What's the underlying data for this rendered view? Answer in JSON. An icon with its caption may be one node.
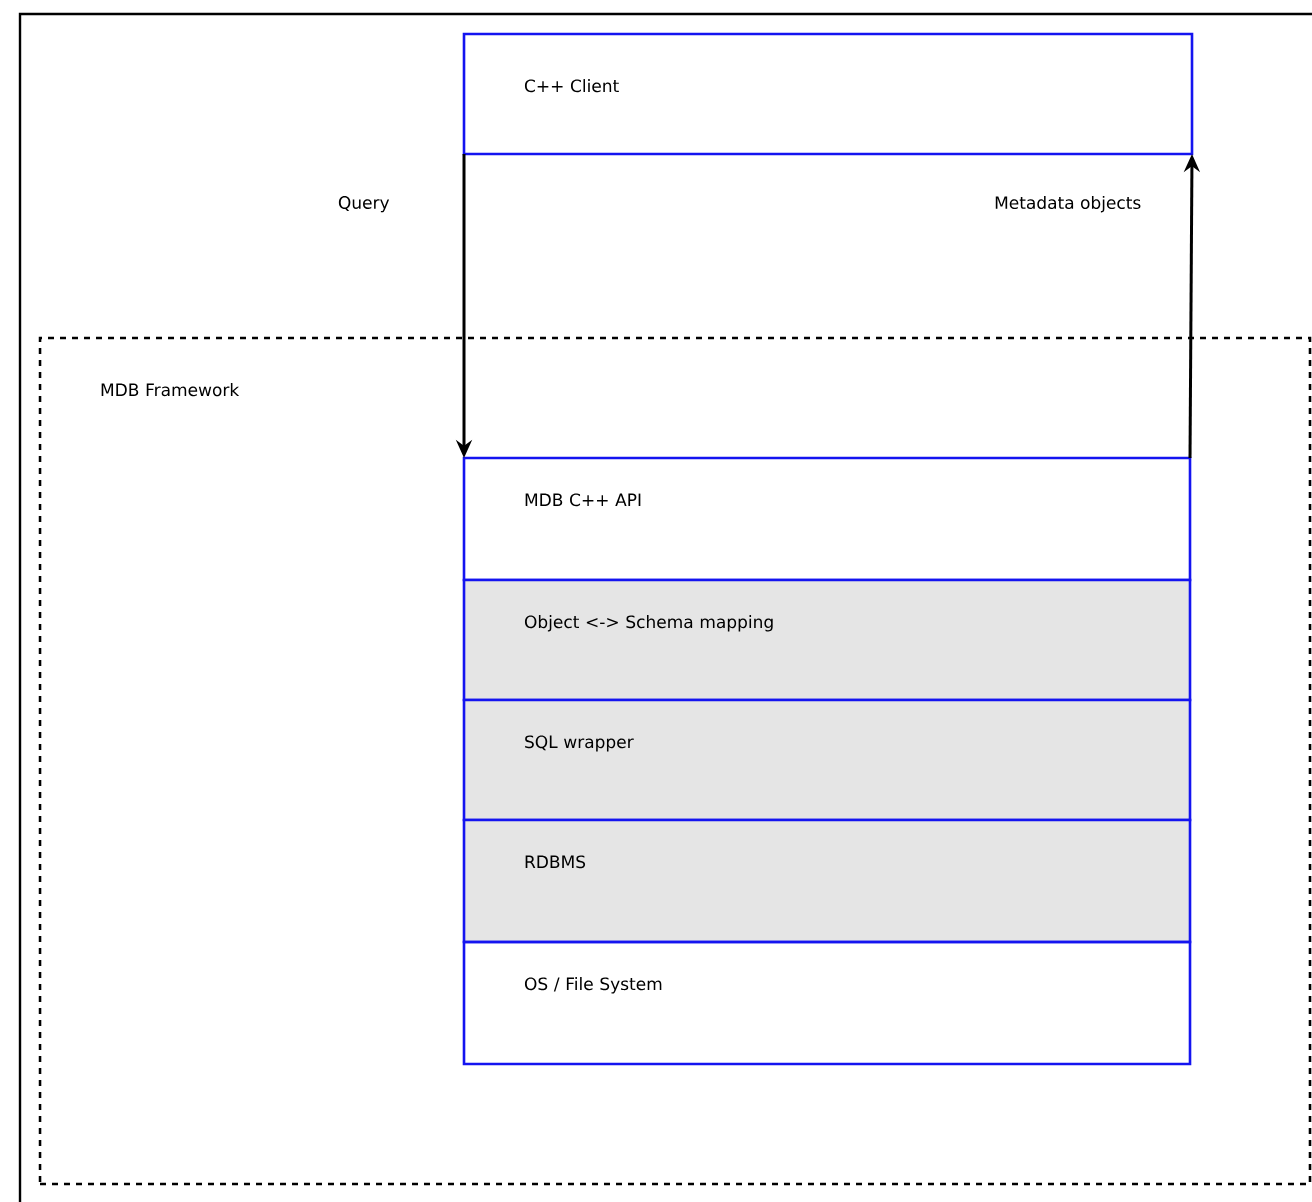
{
  "diagram": {
    "nodes": [
      {
        "text": [
          "C++ Client"
        ]
      },
      {
        "text": [
          "MDB Framework"
        ]
      },
      {
        "text": [
          "MDB C++ API"
        ],
        "in": 1
      },
      {
        "text": [
          "Object <-> Schema mapping"
        ],
        "in": 1
      },
      {
        "text": [
          "SQL wrapper"
        ],
        "in": 1
      },
      {
        "text": [
          "RDBMS"
        ],
        "in": 1
      },
      {
        "text": [
          "OS / File System"
        ],
        "in": 1
      }
    ],
    "edges": [
      {
        "from": 0,
        "to": 2,
        "arrow": "to",
        "label": "Query"
      },
      {
        "from": 2,
        "to": 0,
        "arrow": "to",
        "label": "Metadata objects"
      }
    ]
  }
}
